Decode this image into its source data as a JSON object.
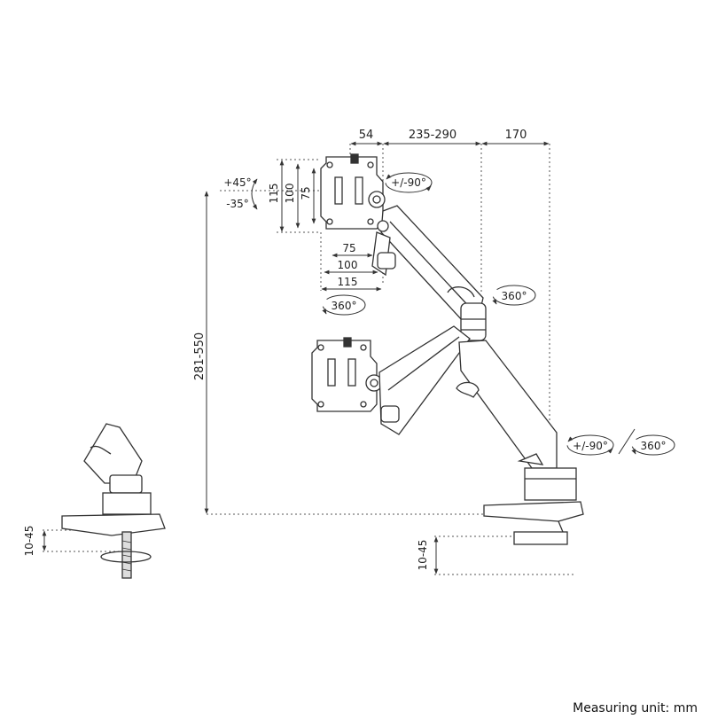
{
  "dimensions": {
    "top_offset": "54",
    "arm_reach": "235-290",
    "base_reach": "170",
    "height_range": "281-550",
    "vesa_height_115": "115",
    "vesa_height_100": "100",
    "vesa_height_75": "75",
    "vesa_width_75": "75",
    "vesa_width_100": "100",
    "vesa_width_115": "115",
    "clamp_left": "10-45",
    "clamp_right": "10-45"
  },
  "rotations": {
    "tilt_up": "+45°",
    "tilt_down": "-35°",
    "rotate_top": "+/-90°",
    "swivel_head": "360°",
    "swivel_elbow": "360°",
    "rotate_base": "+/-90°",
    "swivel_base": "360°"
  },
  "footer": {
    "unit_note": "Measuring unit: mm"
  }
}
